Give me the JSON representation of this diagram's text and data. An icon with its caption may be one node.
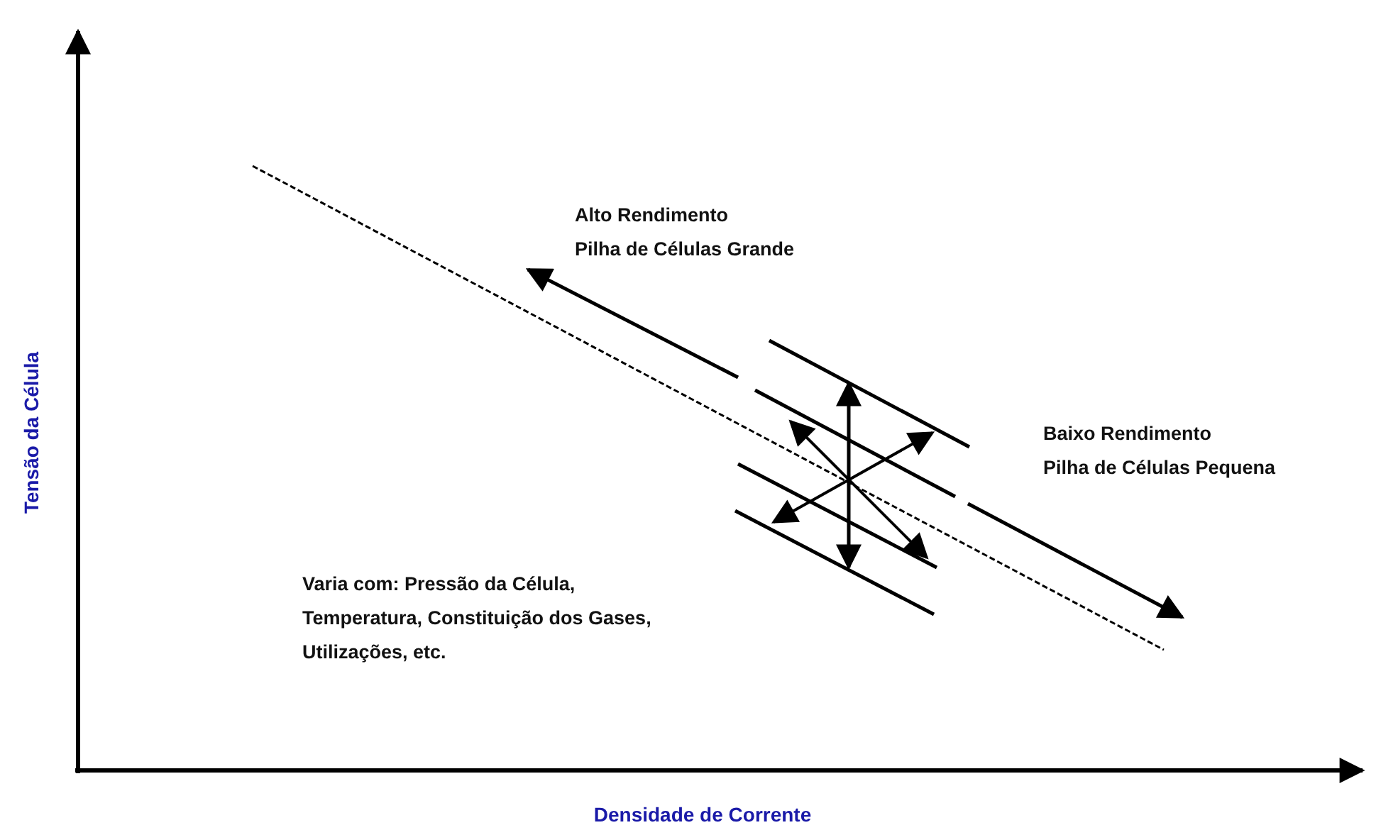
{
  "diagram": {
    "labels": [
      "Tensão da Célula",
      "Alto Rendimento",
      "Pilha de Células Grande",
      "Baixo Rendimento",
      "Pilha de Células Pequena",
      "Varia com: Pressão da Célula, Temperatura, Constituição dos Gases, Utilizações, etc.",
      "Densidade de Corrente"
    ]
  }
}
